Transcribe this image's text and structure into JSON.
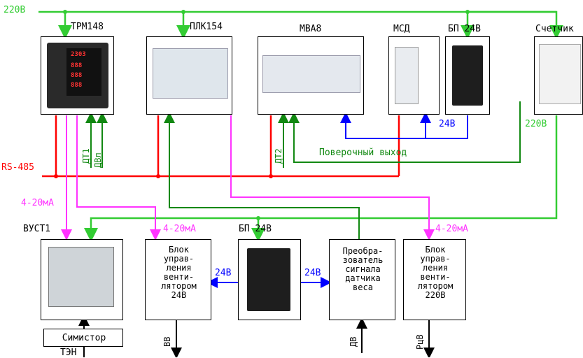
{
  "supply_label": "220В",
  "rs485_label": "RS-485",
  "devices": {
    "trm": "ТРМ148",
    "plc": "ПЛК154",
    "mva": "МВА8",
    "msd": "МСД",
    "psu_top": "БП 24В",
    "meter": "Счетчик"
  },
  "labels": {
    "dt1": "ДТ1",
    "dvl": "ДВл",
    "dt2": "ДТ2",
    "check_output": "Поверочный выход",
    "psu_24v_top": "24В",
    "meter_220v": "220В",
    "analog_4_20_left": "4-20мА",
    "vust1": "ВУСТ1",
    "analog_4_20_mid": "4-20мА",
    "psu_bottom": "БП 24В",
    "analog_4_20_right": "4-20мА",
    "v24_left": "24В",
    "v24_right": "24В",
    "triac": "Симистор",
    "ten": "ТЭН",
    "vv": "ВВ",
    "dv": "ДВ",
    "rcv": "РцВ"
  },
  "blocks": {
    "fan24": "Блок\nуправ-\nления\nвенти-\nлятором\n24В",
    "converter": "Преобра-\nзователь\nсигнала\nдатчика\nвеса",
    "fan220": "Блок\nуправ-\nления\nвенти-\nлятором\n220В"
  },
  "colors": {
    "supply": "#33cc33",
    "rs485": "#ff0000",
    "analog": "#ff33ff",
    "dc24": "#0000ff",
    "signal": "#118811",
    "control": "#000000"
  }
}
